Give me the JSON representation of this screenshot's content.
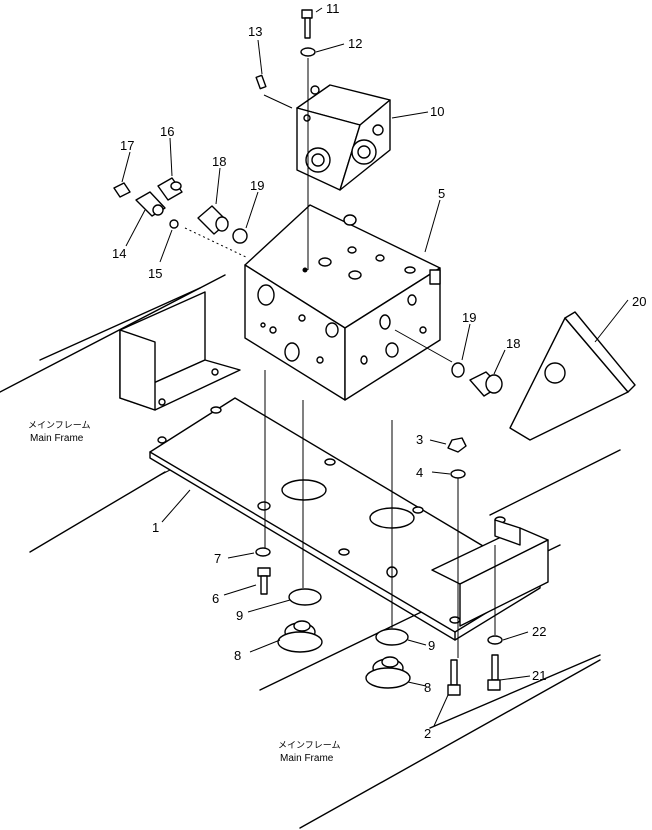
{
  "callouts": {
    "c1": "1",
    "c2": "2",
    "c3": "3",
    "c4": "4",
    "c5": "5",
    "c6": "6",
    "c7": "7",
    "c8a": "8",
    "c8b": "8",
    "c9a": "9",
    "c9b": "9",
    "c10": "10",
    "c11": "11",
    "c12": "12",
    "c13": "13",
    "c14": "14",
    "c15": "15",
    "c16": "16",
    "c17": "17",
    "c18a": "18",
    "c18b": "18",
    "c19a": "19",
    "c19b": "19",
    "c20": "20",
    "c21": "21",
    "c22": "22"
  },
  "labels": {
    "frame_top_jp": "メインフレーム",
    "frame_top_en": "Main Frame",
    "frame_bottom_jp": "メインフレーム",
    "frame_bottom_en": "Main Frame"
  }
}
